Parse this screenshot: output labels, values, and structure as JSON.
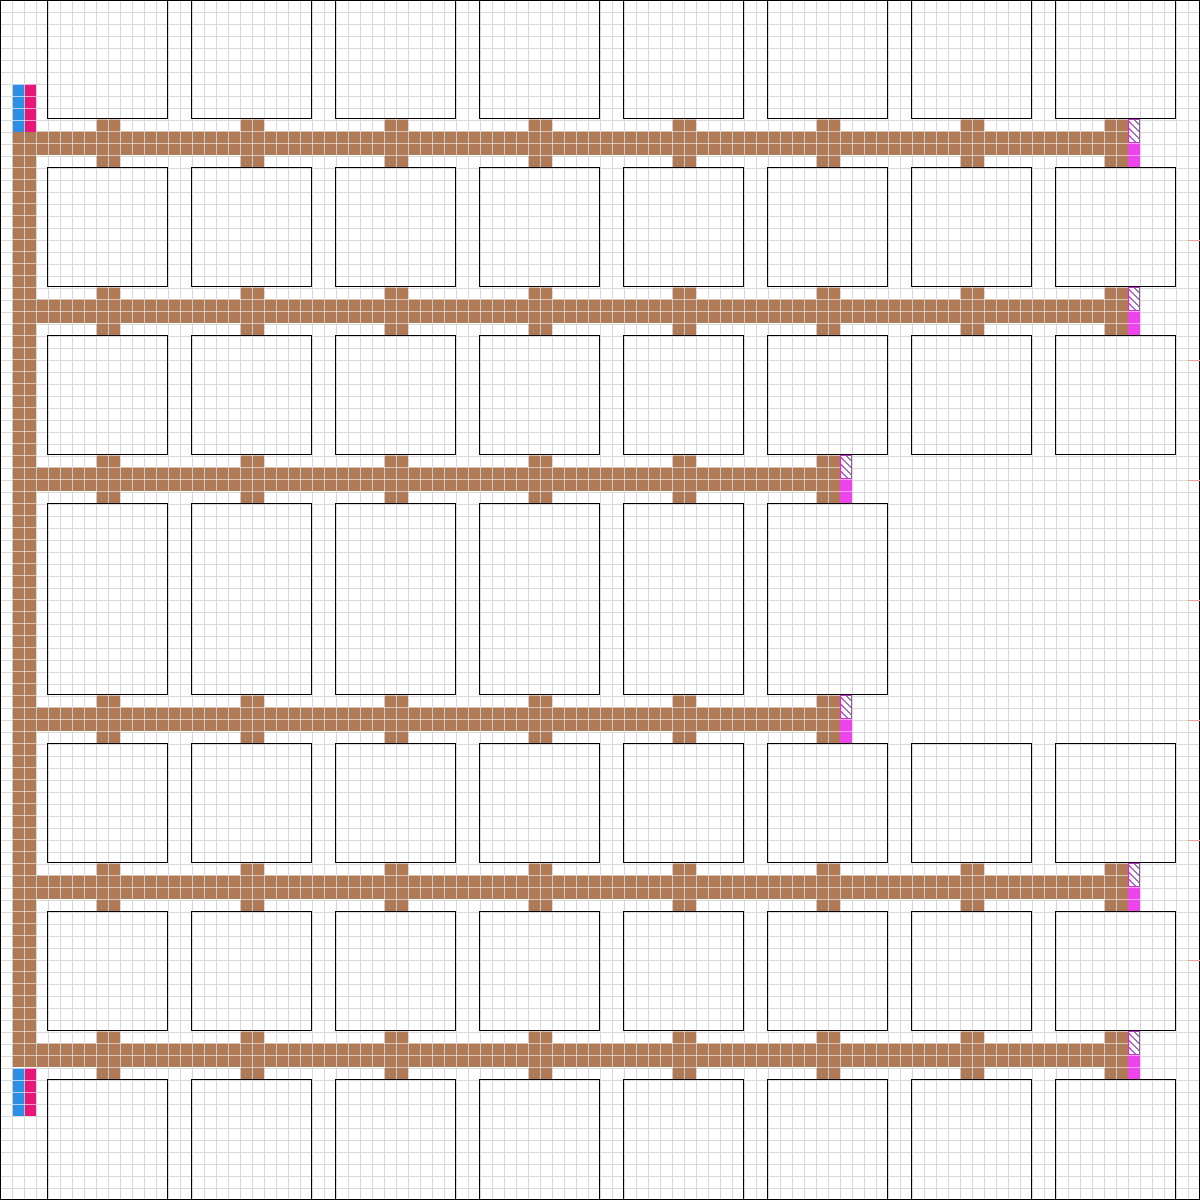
{
  "layout_grid": {
    "columns": 8,
    "room_rows": 7,
    "corridor_count": 6,
    "corridor_lengths_in_blocks": [
      8,
      8,
      6,
      6,
      8,
      8
    ],
    "stub_connectors_per_corridor": [
      8,
      8,
      6,
      6,
      8,
      8
    ]
  },
  "colors": {
    "corridor": "#b07a57",
    "grid_line": "#d9d9d9",
    "room_border": "#000000",
    "corridor_end_cap": "#ee44ee",
    "corridor_end_hatch": "#7a3aa0",
    "marker_blue": "#2b8fe8",
    "marker_pink": "#e8157a",
    "edge_tick": "#e8a0a0"
  },
  "markers": [
    {
      "position": "top-left",
      "colors": [
        "marker_blue",
        "marker_pink"
      ]
    },
    {
      "position": "bottom-left",
      "colors": [
        "marker_blue",
        "marker_pink"
      ]
    }
  ]
}
